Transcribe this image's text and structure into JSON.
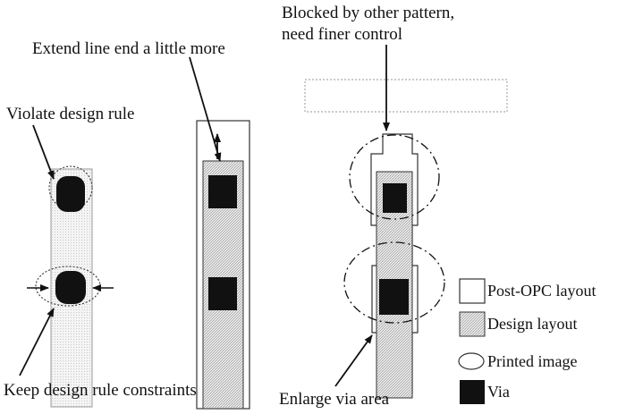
{
  "annotations": {
    "violate_design_rule": "Violate design rule",
    "keep_constraints": "Keep design rule constraints",
    "extend_line_end": "Extend line end a little more",
    "blocked_line1": "Blocked by other pattern,",
    "blocked_line2": "need finer control",
    "enlarge_via": "Enlarge via area"
  },
  "legend": {
    "post_opc": "Post-OPC layout",
    "design": "Design layout",
    "printed": "Printed image",
    "via": "Via"
  },
  "colors": {
    "via": "#111111",
    "outline": "#222222",
    "hatch": "#9a9a9a",
    "dotted_box": "#aaaaaa"
  }
}
